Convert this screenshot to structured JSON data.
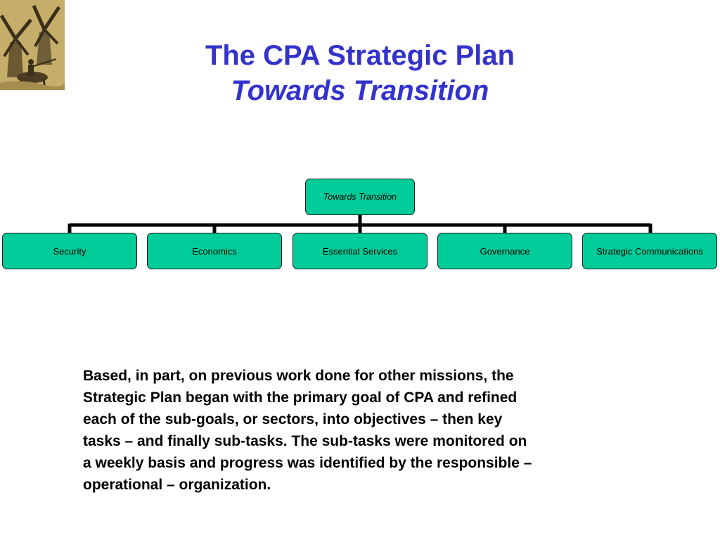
{
  "title": {
    "line1": "The CPA Strategic Plan",
    "line2": "Towards Transition"
  },
  "org_chart": {
    "root": "Towards Transition",
    "children": [
      "Security",
      "Economics",
      "Essential Services",
      "Governance",
      "Strategic Communications"
    ]
  },
  "body_text": "Based, in part, on previous work done for other missions, the\nStrategic Plan began with the primary goal of CPA and refined\neach of the sub-goals, or sectors, into objectives – then key\ntasks – and finally sub-tasks.  The sub-tasks were monitored on\na weekly basis and progress was identified by the responsible –\noperational – organization.",
  "colors": {
    "title": "#3333cc",
    "node_fill": "#00cc99",
    "node_border": "#1a1a1a",
    "connector": "#000000"
  },
  "logo": {
    "icon": "windmill-knight-icon"
  }
}
